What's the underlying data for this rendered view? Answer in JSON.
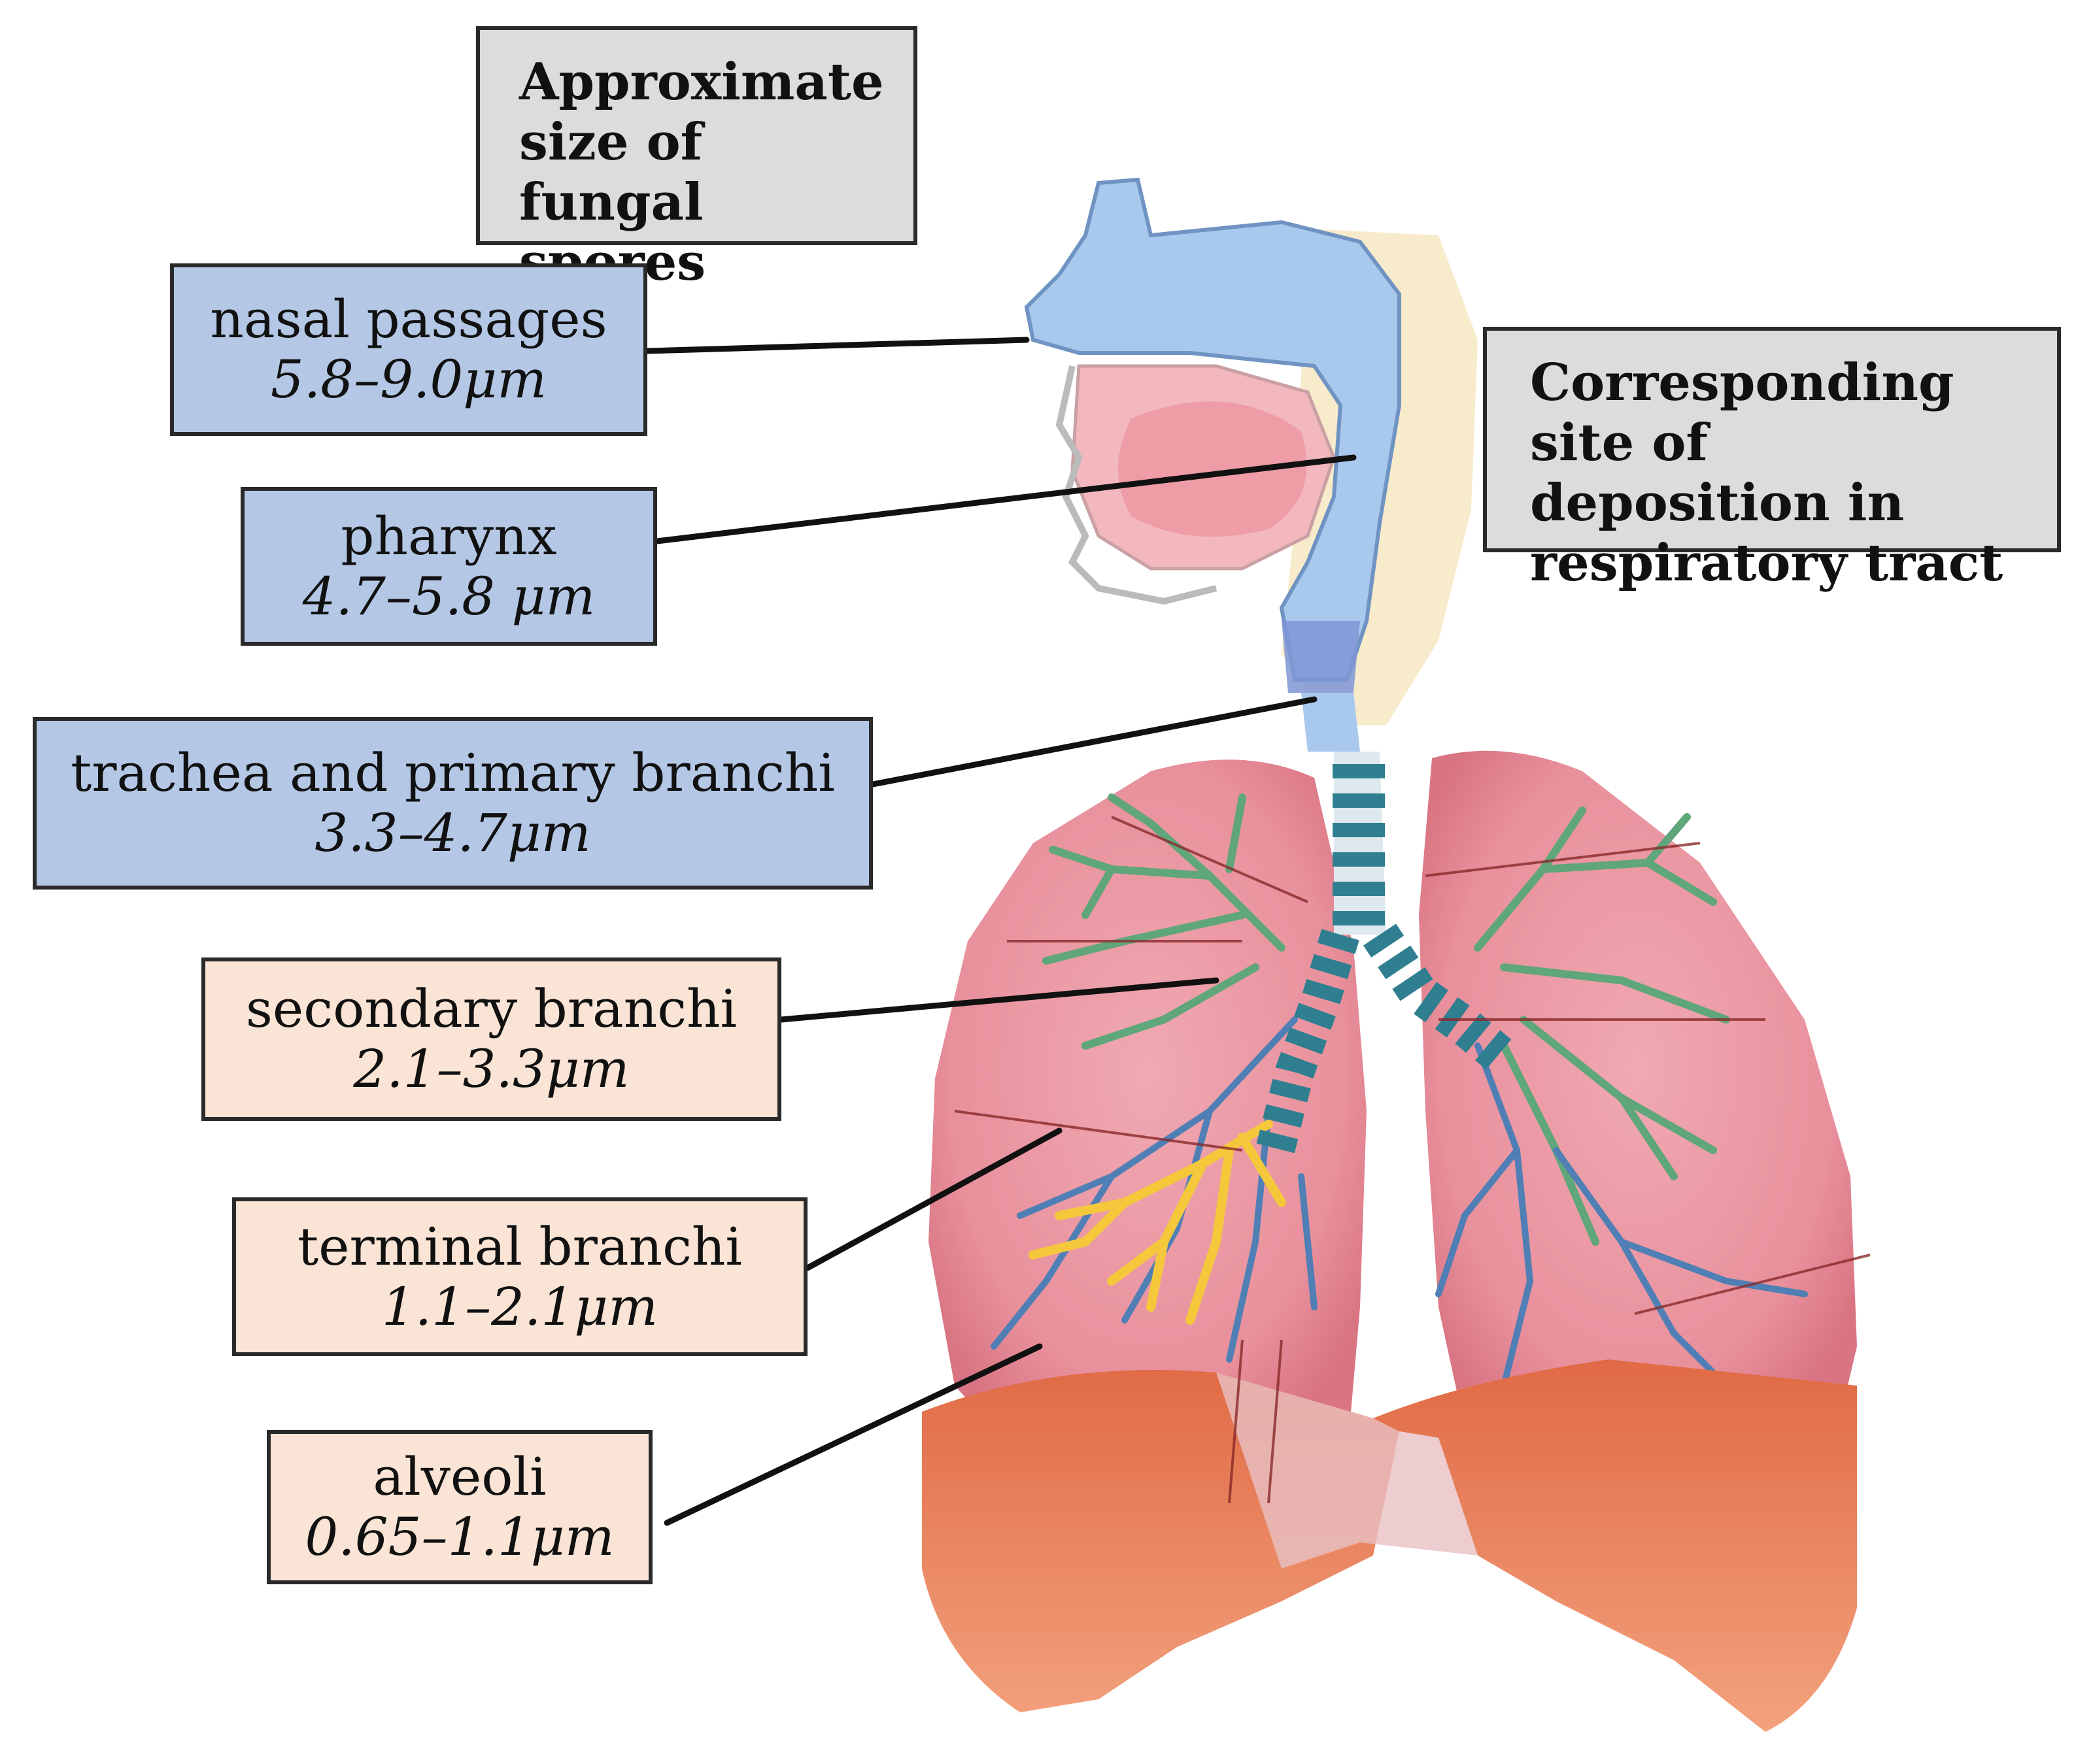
{
  "headers": {
    "size_title": "Approximate size of fungal spores",
    "site_title": "Corresponding site of deposition in respiratory tract"
  },
  "labels": [
    {
      "name": "nasal passages",
      "size": "5.8–9.0μm",
      "color": "#b4c8e6"
    },
    {
      "name": "pharynx",
      "size": "4.7–5.8 μm",
      "color": "#b4c8e6"
    },
    {
      "name": "trachea and primary branchi",
      "size": "3.3–4.7μm",
      "color": "#b4c8e6"
    },
    {
      "name": "secondary branchi",
      "size": "2.1–3.3μm",
      "color": "#f9e4d5"
    },
    {
      "name": "terminal branchi",
      "size": "1.1–2.1μm",
      "color": "#f9e4d5"
    },
    {
      "name": "alveoli",
      "size": "0.65–1.1μm",
      "color": "#f9e4d5"
    }
  ],
  "colors": {
    "nasal_cavity": "#a9c8ee",
    "oral_tissue": "#f2b8bd",
    "lung": "#e8909c",
    "diaphragm": "#e8845e",
    "bronchi_green": "#5fa67a",
    "bronchi_blue": "#4f7fb4",
    "bronchi_yellow": "#f5c83c",
    "trachea_ring": "#2f7f90"
  }
}
